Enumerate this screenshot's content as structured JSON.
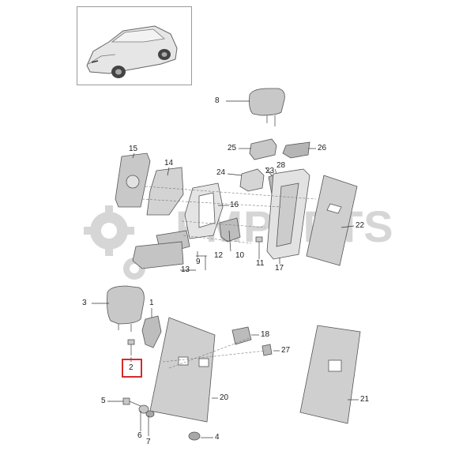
{
  "watermark": {
    "text": "PMPARTS"
  },
  "colors": {
    "part_fill": "#c8c8c8",
    "part_stroke": "#555555",
    "highlight": "#d62a2a",
    "watermark": "#cfcfcf"
  },
  "callouts": {
    "c1": "1",
    "c2": "2",
    "c3": "3",
    "c4": "4",
    "c5": "5",
    "c6": "6",
    "c7": "7",
    "c8": "8",
    "c9": "9",
    "c10": "10",
    "c11": "11",
    "c12": "12",
    "c13": "13",
    "c14": "14",
    "c15": "15",
    "c16": "16",
    "c17": "17",
    "c18": "18",
    "c20": "20",
    "c21": "21",
    "c22": "22",
    "c23": "23",
    "c24": "24",
    "c25": "25",
    "c26": "26",
    "c27": "27",
    "c28": "28"
  },
  "highlighted_callout": "2"
}
